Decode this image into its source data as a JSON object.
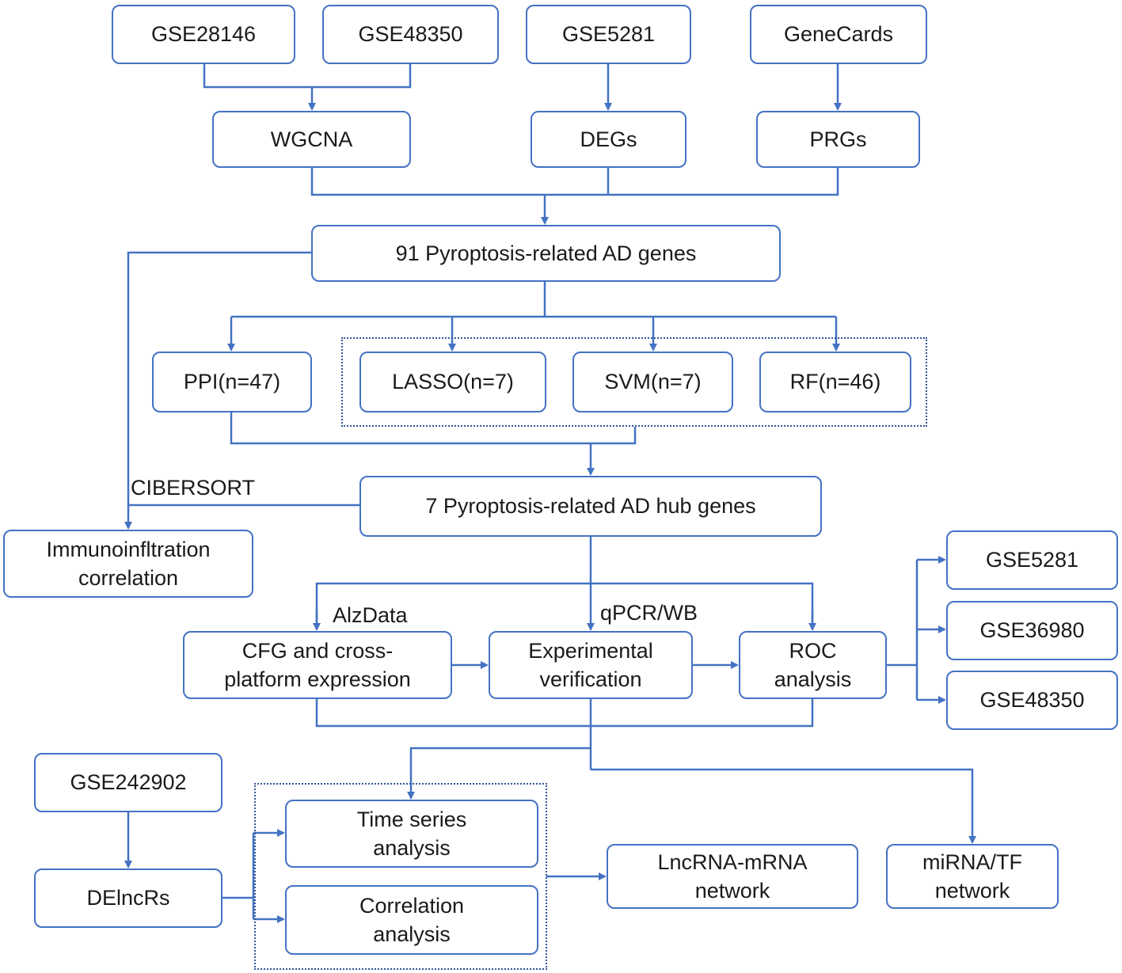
{
  "colors": {
    "stroke": "#4472c4",
    "group_border": "#2f5597",
    "text": "#1a1a1a"
  },
  "nodes": {
    "gse28146": "GSE28146",
    "gse48350_top": "GSE48350",
    "gse5281_top": "GSE5281",
    "genecards": "GeneCards",
    "wgcna": "WGCNA",
    "degs": "DEGs",
    "prgs": "PRGs",
    "ad_genes": "91 Pyroptosis-related AD genes",
    "ppi": "PPI(n=47)",
    "lasso": "LASSO(n=7)",
    "svm": "SVM(n=7)",
    "rf": "RF(n=46)",
    "hub_genes": "7 Pyroptosis-related AD hub genes",
    "immuno": [
      "Immunoinfltration",
      "correlation"
    ],
    "cfg": [
      "CFG and cross-",
      "platform expression"
    ],
    "experimental": [
      "Experimental",
      "verification"
    ],
    "roc": [
      "ROC",
      "analysis"
    ],
    "gse5281_right": "GSE5281",
    "gse36980": "GSE36980",
    "gse48350_right": "GSE48350",
    "gse242902": "GSE242902",
    "delncrs": "DElncRs",
    "time_series": [
      "Time series",
      "analysis"
    ],
    "correlation": [
      "Correlation",
      "analysis"
    ],
    "lncrna_network": [
      "LncRNA-mRNA",
      "network"
    ],
    "mirna_network": [
      "miRNA/TF",
      "network"
    ]
  },
  "edge_labels": {
    "cibersort": "CIBERSORT",
    "alzdata": "AlzData",
    "qpcr_wb": "qPCR/WB"
  }
}
